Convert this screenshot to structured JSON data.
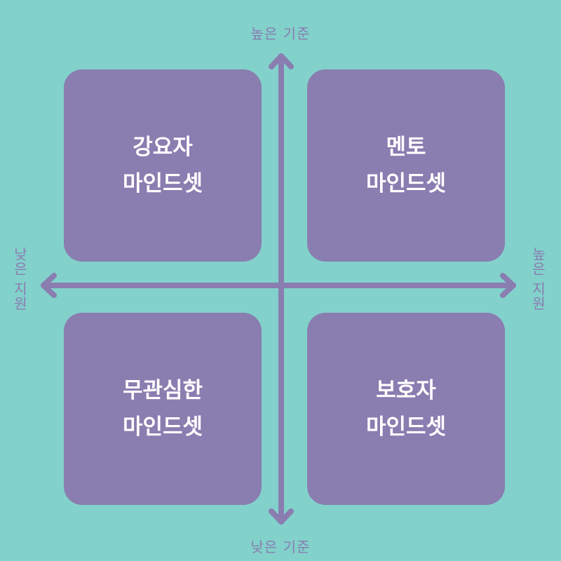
{
  "axes": {
    "y_high": "높은 기준",
    "y_low": "낮은 기준",
    "x_low": "낮은 지원",
    "x_high": "높은 지원"
  },
  "quadrants": {
    "top_left": {
      "line1": "강요자",
      "line2": "마인드셋"
    },
    "top_right": {
      "line1": "멘토",
      "line2": "마인드셋"
    },
    "bottom_left": {
      "line1": "무관심한",
      "line2": "마인드셋"
    },
    "bottom_right": {
      "line1": "보호자",
      "line2": "마인드셋"
    }
  },
  "colors": {
    "background": "#82d1cb",
    "accent": "#8a7db0"
  }
}
